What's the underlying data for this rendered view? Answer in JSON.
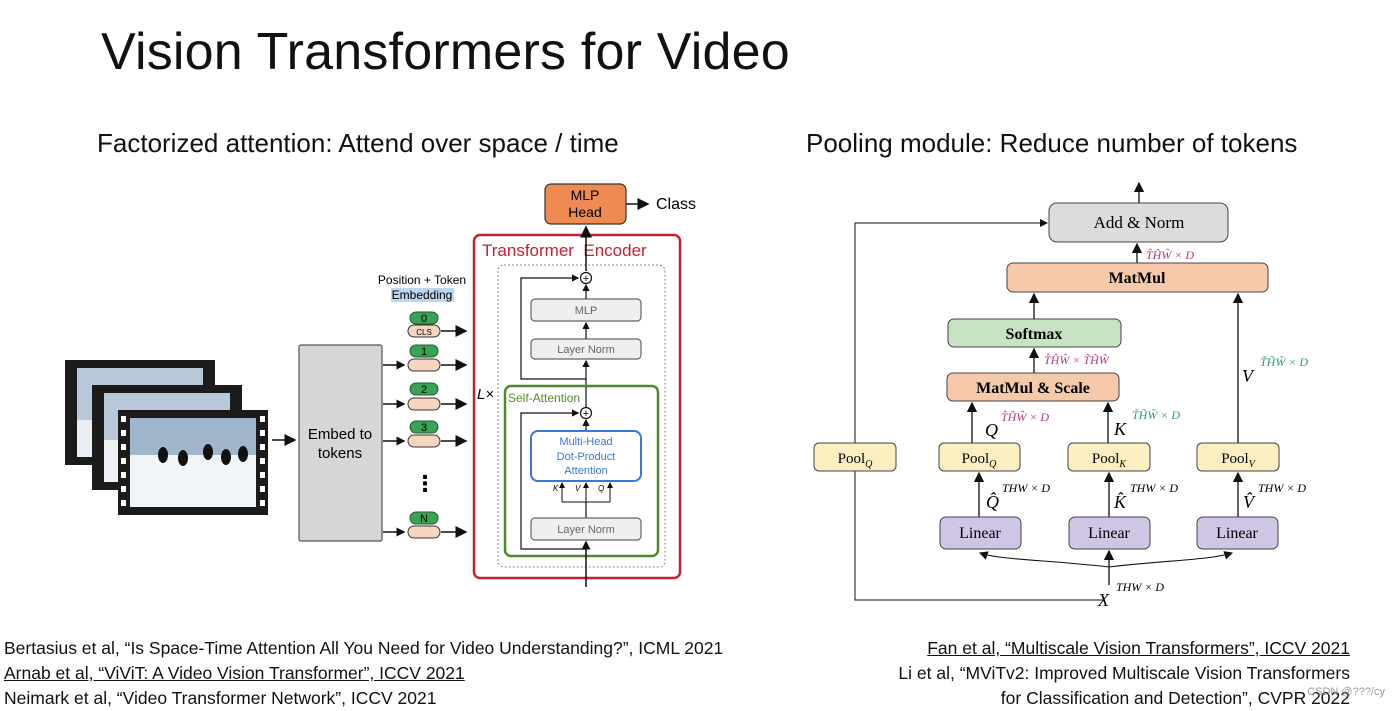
{
  "slide": {
    "title": "Vision Transformers for Video",
    "left_heading": "Factorized attention: Attend over space / time",
    "right_heading": "Pooling module: Reduce number of tokens"
  },
  "left_diagram": {
    "embed_box": [
      "Embed to",
      "tokens"
    ],
    "pos_token_label": "Position + Token",
    "embedding_label": "Embedding",
    "token_ids": [
      "0",
      "1",
      "2",
      "3",
      "N"
    ],
    "cls_label": "CLS",
    "ellipsis": "⋮",
    "encoder_title": "Transformer  Encoder",
    "lx_label": "L×",
    "mlp_head": [
      "MLP",
      "Head"
    ],
    "class_label": "Class",
    "mlp": "MLP",
    "layer_norm_top": "Layer Norm",
    "self_attention": "Self-Attention",
    "mhdpa": [
      "Multi-Head",
      "Dot-Product",
      "Attention"
    ],
    "kvq": [
      "K",
      "V",
      "Q"
    ],
    "layer_norm_bottom": "Layer Norm",
    "plus": "+"
  },
  "right_diagram": {
    "add_norm": "Add & Norm",
    "matmul": "MatMul",
    "softmax": "Softmax",
    "matmul_scale": "MatMul & Scale",
    "linear": "Linear",
    "pool": "Pool",
    "dim_thw_hat_full": "T̂ĤŴ × D",
    "dim_softmax": "T̂ĤŴ × T̃H̃W̃",
    "dim_v": "T̃H̃W̃ × D",
    "dim_q": "T̂ĤŴ × D",
    "dim_k": "T̃H̃W̃ × D",
    "dim_thw": "THW × D",
    "q": "Q",
    "k": "K",
    "v": "V",
    "x": "X",
    "q_hat": "Q̂",
    "k_hat": "K̂",
    "v_hat": "V̂",
    "sub_q": "Q",
    "sub_k": "K",
    "sub_v": "V"
  },
  "refs_left": [
    "Bertasius et al, “Is Space-Time Attention All You Need for Video Understanding?”, ICML 2021",
    "Arnab et al, “ViViT: A Video Vision Transformer”, ICCV 2021",
    "Neimark et al, “Video Transformer Network”, ICCV 2021"
  ],
  "refs_right": [
    "Fan et al, “Multiscale Vision Transformers”, ICCV 2021",
    "Li et al, “MViTv2: Improved Multiscale Vision Transformers",
    "for Classification and Detection”, CVPR 2022"
  ],
  "watermark": "CSDN @???/cy",
  "colors": {
    "mlp_head": "#ef8b52",
    "encoder_border": "#c8202f",
    "self_attn_border": "#4f8a2c",
    "mhdpa_border": "#3a78d8",
    "token_green": "#3aa255",
    "token_peach": "#f6d6bf",
    "add_norm": "#dcdcdc",
    "matmul": "#f6c9ab",
    "softmax": "#c7e4c2",
    "pool": "#fbeec0",
    "linear": "#cfc6e6",
    "dim_pink": "#b03a84",
    "dim_teal": "#2e9a6e"
  }
}
